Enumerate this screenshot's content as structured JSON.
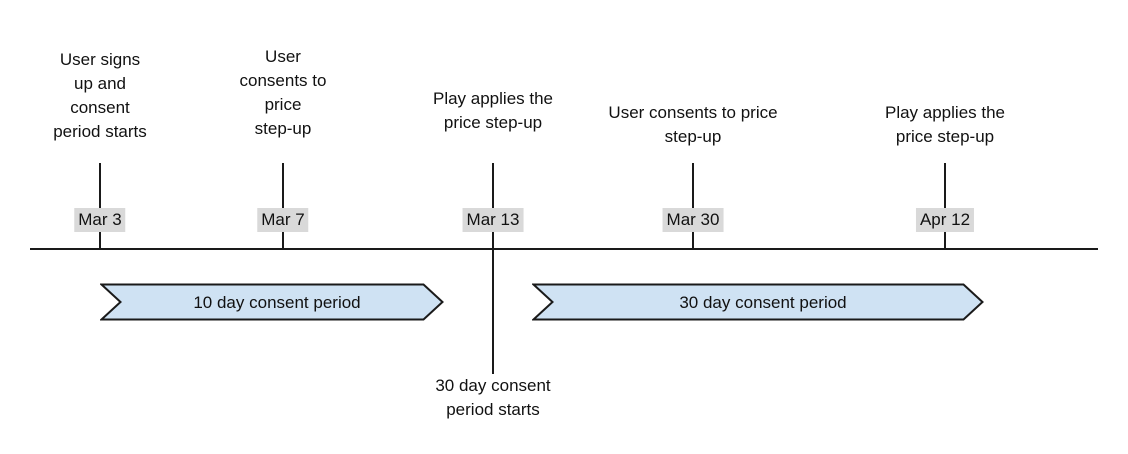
{
  "diagram": {
    "type": "timeline",
    "events": [
      {
        "label": "User signs\nup and\nconsent\nperiod starts",
        "date": "Mar 3"
      },
      {
        "label": "User\nconsents to\nprice\nstep-up",
        "date": "Mar 7"
      },
      {
        "label": "Play applies the\nprice step-up",
        "date": "Mar 13",
        "note": "30 day consent\nperiod starts"
      },
      {
        "label": "User consents to price\nstep-up",
        "date": "Mar 30"
      },
      {
        "label": "Play applies the\nprice step-up",
        "date": "Apr 12"
      }
    ],
    "periods": [
      {
        "label": "10 day consent period"
      },
      {
        "label": "30 day consent period"
      }
    ],
    "colors": {
      "banner_fill": "#cfe2f3",
      "banner_border": "#1a1a1a",
      "date_chip_bg": "#d9d9d9",
      "line": "#1a1a1a",
      "text": "#111111",
      "background": "#ffffff"
    }
  }
}
